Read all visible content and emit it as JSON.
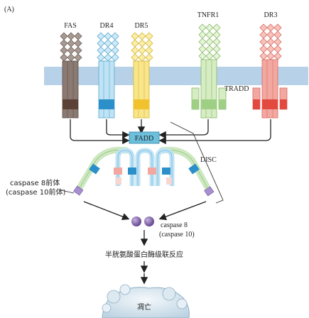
{
  "panel_label": "(A)",
  "receptors": {
    "fas": "FAS",
    "dr4": "DR4",
    "dr5": "DR5",
    "tnfr1": "TNFR1",
    "dr3": "DR3"
  },
  "adaptors": {
    "tradd": "TRADD",
    "fadd": "FADD",
    "disc": "DISC"
  },
  "procaspase": {
    "line1": "caspase 8前体",
    "line2": "(caspase 10前体)"
  },
  "active_caspase": {
    "line1": "caspase 8",
    "line2": "(caspase 10)"
  },
  "cascade": "半胱氨酸蛋白酶级联反应",
  "outcome": "凋亡",
  "colors": {
    "membrane": "#b7d2e8",
    "fas": "#8a7a72",
    "dr4": "#bfe3f5",
    "dr5": "#f9e58a",
    "tnfr1": "#d6ecc3",
    "dr3": "#f2a8a0",
    "fadd": "#6cc0dc",
    "caspase_active": "#8a6bb0"
  }
}
